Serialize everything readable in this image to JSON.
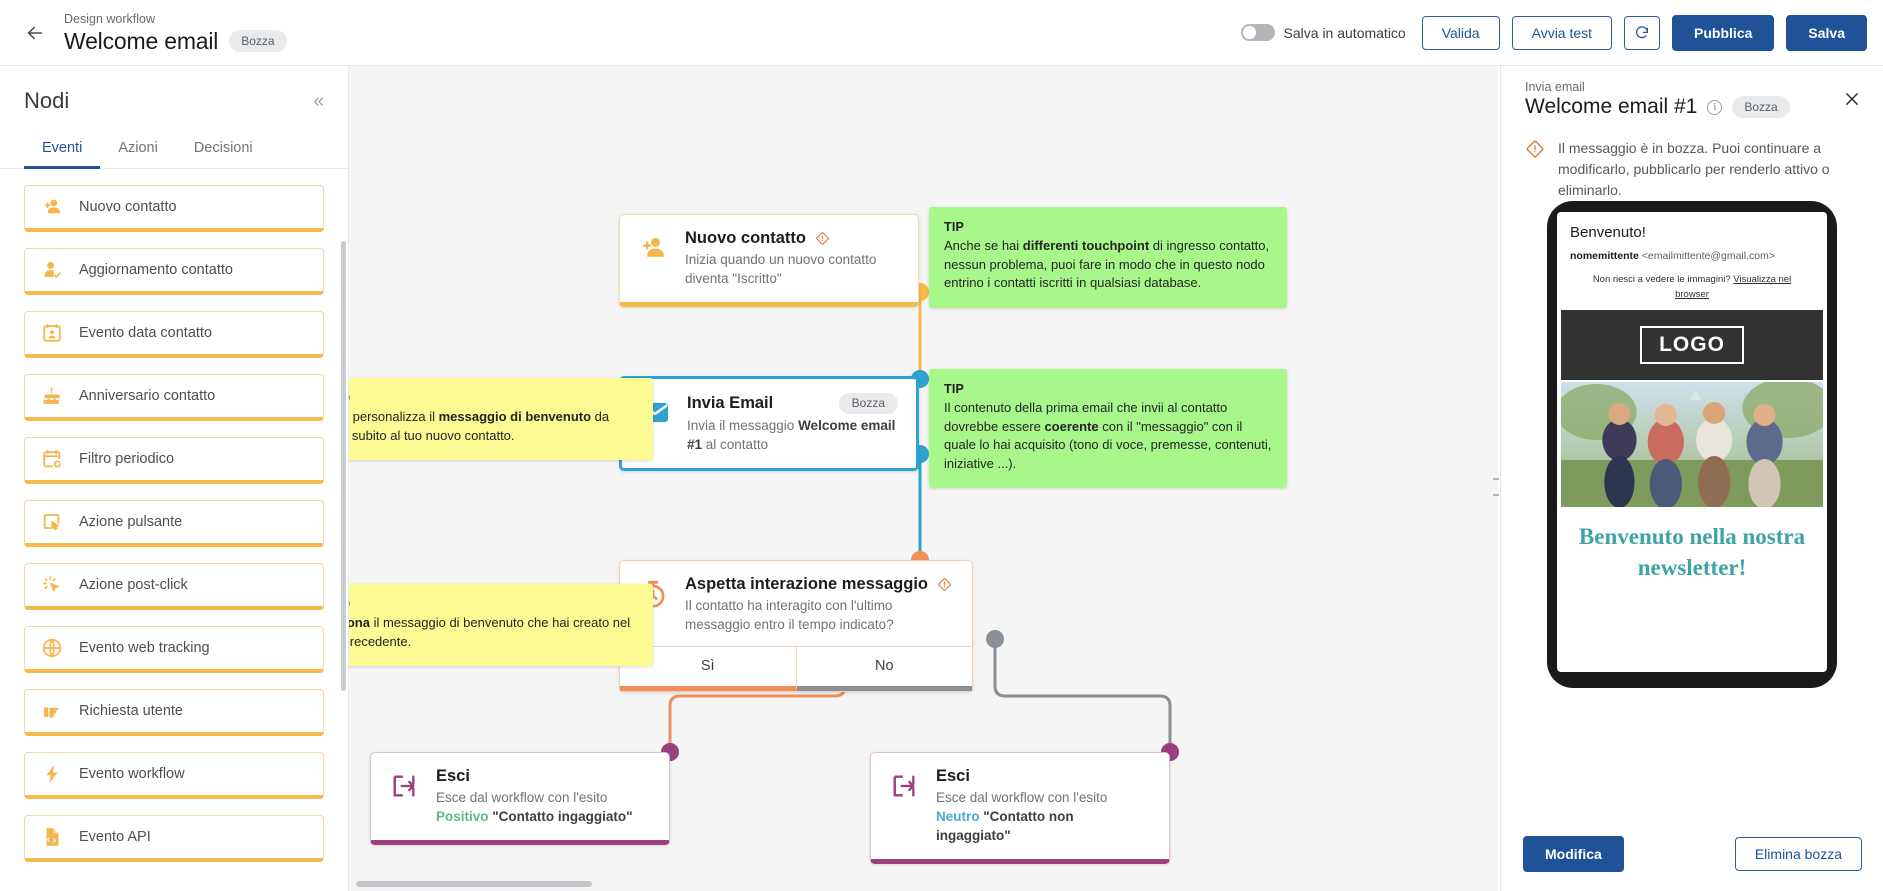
{
  "header": {
    "back_icon": "arrow-left-icon",
    "eyebrow": "Design workflow",
    "title": "Welcome email",
    "status_badge": "Bozza",
    "autosave_label": "Salva in automatico",
    "validate_label": "Valida",
    "test_label": "Avvia test",
    "refresh_icon": "refresh-icon",
    "publish_label": "Pubblica",
    "save_label": "Salva",
    "accent_color": "#1f5296"
  },
  "sidebar": {
    "title": "Nodi",
    "collapse_icon": "chevron-double-left-icon",
    "tabs": [
      {
        "label": "Eventi",
        "active": true
      },
      {
        "label": "Azioni",
        "active": false
      },
      {
        "label": "Decisioni",
        "active": false
      }
    ],
    "accent_color": "#f6b94a",
    "items": [
      {
        "label": "Nuovo contatto",
        "icon": "user-plus-icon"
      },
      {
        "label": "Aggiornamento contatto",
        "icon": "user-check-icon"
      },
      {
        "label": "Evento data contatto",
        "icon": "calendar-user-icon"
      },
      {
        "label": "Anniversario contatto",
        "icon": "cake-icon"
      },
      {
        "label": "Filtro periodico",
        "icon": "calendar-refresh-icon"
      },
      {
        "label": "Azione pulsante",
        "icon": "button-click-icon"
      },
      {
        "label": "Azione post-click",
        "icon": "cursor-click-icon"
      },
      {
        "label": "Evento web tracking",
        "icon": "globe-icon"
      },
      {
        "label": "Richiesta utente",
        "icon": "hand-point-icon"
      },
      {
        "label": "Evento workflow",
        "icon": "lightning-icon"
      },
      {
        "label": "Evento API",
        "icon": "file-code-icon"
      }
    ]
  },
  "canvas": {
    "background": "#f5f5f5",
    "nodes": [
      {
        "id": "nuovo-contatto",
        "icon": "user-plus-icon",
        "title": "Nuovo contatto",
        "warning_icon": "warning-diamond-icon",
        "subtitle": "Inizia quando un nuovo contatto diventa \"Iscritto\"",
        "accent": "#f6b94a"
      },
      {
        "id": "invia-email",
        "icon": "envelope-icon",
        "title": "Invia Email",
        "badge": "Bozza",
        "subtitle_pre": "Invia il messaggio ",
        "subtitle_bold": "Welcome email #1",
        "subtitle_post": " al contatto",
        "accent": "#2ea3cf"
      },
      {
        "id": "aspetta-interazione",
        "icon": "stopwatch-icon",
        "title": "Aspetta interazione messaggio",
        "warning_icon": "warning-diamond-icon",
        "subtitle": "Il contatto ha interagito con l'ultimo messaggio entro il tempo indicato?",
        "branch_yes": "Sì",
        "branch_no": "No",
        "accent": "#ef8f57"
      },
      {
        "id": "esci-positivo",
        "icon": "exit-icon",
        "title": "Esci",
        "sub_pre": "Esce dal workflow con l'esito ",
        "sub_outcome": "Positivo",
        "sub_post": " \"Contatto ingaggiato\"",
        "outcome_color": "#5fba7d",
        "accent": "#9c3f7e"
      },
      {
        "id": "esci-neutro",
        "icon": "exit-icon",
        "title": "Esci",
        "sub_pre": "Esce dal workflow con l'esito ",
        "sub_outcome": "Neutro",
        "sub_post": " \"Contatto non ingaggiato\"",
        "outcome_color": "#4ba6d8",
        "accent": "#9c3f7e"
      }
    ],
    "stickies": [
      {
        "id": "tip-touchpoint",
        "kind": "TIP",
        "color": "#a8f78b",
        "head": "TIP",
        "parts": [
          {
            "t": "Anche se hai ",
            "b": false
          },
          {
            "t": "differenti touchpoint",
            "b": true
          },
          {
            "t": " di ingresso contatto, nessun problema, puoi fare in modo che in questo nodo entrino i contatti iscritti in qualsiasi database.",
            "b": false
          }
        ]
      },
      {
        "id": "todo-benvenuto",
        "kind": "TO DO",
        "color": "#fbfa93",
        "head": "TO DO",
        "parts": [
          {
            "t": "Crea e personalizza il ",
            "b": false
          },
          {
            "t": "messaggio di benvenuto",
            "b": true
          },
          {
            "t": " da inviare subito al tuo nuovo contatto.",
            "b": false
          }
        ]
      },
      {
        "id": "tip-coerente",
        "kind": "TIP",
        "color": "#a8f78b",
        "head": "TIP",
        "parts": [
          {
            "t": "Il contenuto della prima email che invii al contatto dovrebbe essere ",
            "b": false
          },
          {
            "t": "coerente",
            "b": true
          },
          {
            "t": " con il \"messaggio\" con il quale lo hai acquisito (tono di voce, premesse, contenuti, iniziative ...).",
            "b": false
          }
        ]
      },
      {
        "id": "todo-seleziona",
        "kind": "TO DO",
        "color": "#fbfa93",
        "head": "TO DO",
        "parts": [
          {
            "t": "Seleziona",
            "b": true
          },
          {
            "t": " il messaggio di benvenuto che hai creato nel nodo precedente.",
            "b": false
          }
        ]
      }
    ]
  },
  "right_panel": {
    "eyebrow": "Invia email",
    "title": "Welcome email #1",
    "info_icon": "info-icon",
    "badge": "Bozza",
    "close_icon": "close-icon",
    "alert_icon": "warning-diamond-icon",
    "alert_text": "Il messaggio è in bozza. Puoi continuare a modificarlo, pubblicarlo per renderlo attivo o eliminarlo.",
    "preview": {
      "greeting": "Benvenuto!",
      "sender_name": "nomemittente",
      "sender_email": "<emailmittente@gmail.com>",
      "browser_pre": "Non riesci a vedere le immagini? ",
      "browser_link": "Visualizza nel browser",
      "logo_text": "LOGO",
      "headline": "Benvenuto nella nostra newsletter!",
      "headline_color": "#3fa3a3"
    },
    "edit_label": "Modifica",
    "delete_label": "Elimina bozza"
  }
}
